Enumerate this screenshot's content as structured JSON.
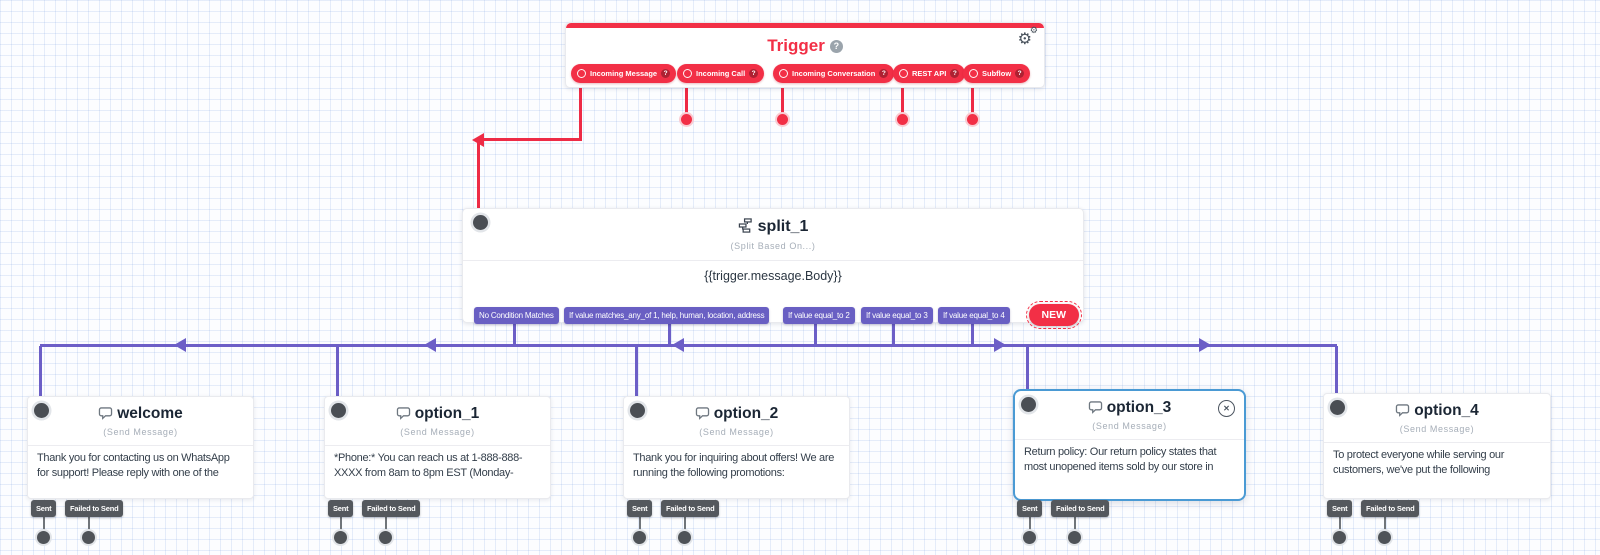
{
  "colors": {
    "brand_red": "#f22f46",
    "transition_purple": "#6c5fc7",
    "selected_blue": "#4a9ad4",
    "tag_gray": "#54585d"
  },
  "trigger": {
    "title": "Trigger",
    "pills": [
      {
        "label": "Incoming Message"
      },
      {
        "label": "Incoming Call"
      },
      {
        "label": "Incoming Conversation"
      },
      {
        "label": "REST API"
      },
      {
        "label": "Subflow"
      }
    ]
  },
  "split": {
    "title": "split_1",
    "type_label": "(Split Based On...)",
    "body": "{{trigger.message.Body}}",
    "conditions": [
      "No Condition Matches",
      "If value matches_any_of 1, help, human, location, address",
      "If value equal_to 2",
      "If value equal_to 3",
      "If value equal_to 4"
    ],
    "new_label": "NEW"
  },
  "widgets": [
    {
      "title": "welcome",
      "type_label": "(Send Message)",
      "body": "Thank you for contacting us on WhatsApp for support! Please reply with one of the",
      "tags": [
        "Sent",
        "Failed to Send"
      ]
    },
    {
      "title": "option_1",
      "type_label": "(Send Message)",
      "body": "*Phone:* You can reach us at 1-888-888-XXXX from 8am to 8pm EST (Monday-",
      "tags": [
        "Sent",
        "Failed to Send"
      ]
    },
    {
      "title": "option_2",
      "type_label": "(Send Message)",
      "body": "Thank you for inquiring about offers! We are running the following promotions:",
      "tags": [
        "Sent",
        "Failed to Send"
      ]
    },
    {
      "title": "option_3",
      "type_label": "(Send Message)",
      "body": "Return policy: Our return policy states that most unopened items sold by our store in",
      "tags": [
        "Sent",
        "Failed to Send"
      ],
      "selected": true
    },
    {
      "title": "option_4",
      "type_label": "(Send Message)",
      "body": "To protect everyone while serving our customers, we've put the following",
      "tags": [
        "Sent",
        "Failed to Send"
      ]
    }
  ],
  "icons": {
    "help_glyph": "?",
    "gear_glyph": "⚙",
    "close_glyph": "✕"
  }
}
